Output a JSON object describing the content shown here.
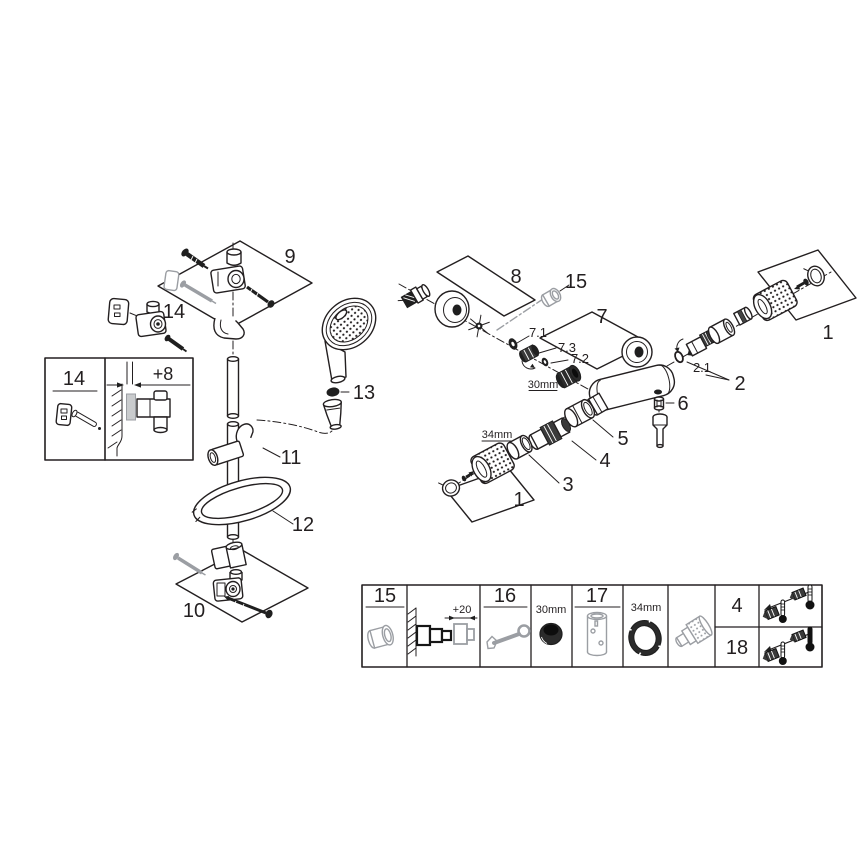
{
  "diagram": {
    "type": "exploded-parts-diagram",
    "colors": {
      "line": "#231f20",
      "grey": "#9b9ea3",
      "dark_fill": "#1f1f1f",
      "background": "#ffffff"
    },
    "rail": {
      "part9": "9",
      "part14": "14",
      "part13": "13",
      "part11": "11",
      "part12": "12",
      "part10": "10",
      "inset": {
        "part14": "14",
        "offset": "+8"
      }
    },
    "mixer": {
      "part8": "8",
      "part15": "15",
      "part7": "7",
      "part7_1": "7.1",
      "part7_3": "7.3",
      "part7_2": "7.2",
      "nut_size": "30mm",
      "part2_1": "2.1",
      "part2": "2",
      "part1": "1",
      "part6": "6",
      "part5": "5",
      "part4": "4",
      "part3": "3",
      "ring_size": "34mm"
    },
    "table": {
      "cap_part": "15",
      "wall_offset": "+20",
      "wrench_part": "16",
      "nut_size": "30mm",
      "sleeve_part": "17",
      "ring_size": "34mm",
      "temp_row_a": "4",
      "temp_row_b": "18"
    }
  }
}
